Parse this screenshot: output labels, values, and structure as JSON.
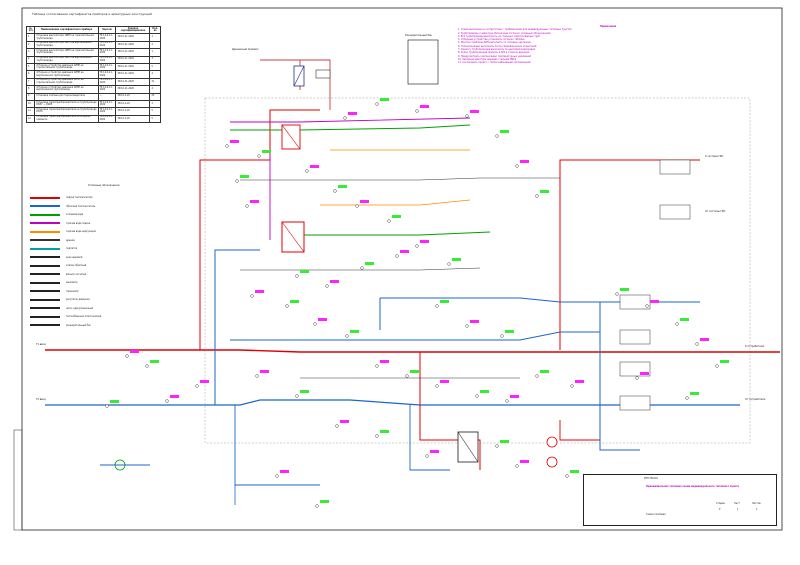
{
  "table": {
    "title": "Таблица согласования сертификатов приборов и арматурных конструкций",
    "headers": [
      "№ п/п",
      "Наименование сертификатного прибора",
      "Чертеж",
      "Зоновое сертификационное",
      "Кол-во"
    ],
    "rows": [
      [
        "1",
        "Установка вентилятора 1ИПП на горизонтальном трубопроводе",
        "ТК 14-0-11-2020",
        "ЗКЗ-0-11-2020",
        "1"
      ],
      [
        "2",
        "Установка вентилятора 1ИПП на вертикальном трубопроводе",
        "ТК 14-0-11-2020",
        "ЗКЗ-0-11-2020",
        "2"
      ],
      [
        "3",
        "Установка вентилятора 1ИПП на горизонтальном трубопроводе",
        "ТК 14-0-11-2020",
        "ЗКЗ-0-11-2020",
        "1"
      ],
      [
        "4",
        "Установка вентилятора 1ИПП на вертикальном трубопроводе",
        "ТК 14-0-11-2020",
        "ЗКЗ-0-11-2020",
        "3"
      ],
      [
        "5",
        "Отборное устройство давления 1ИПП на горизонтальном трубопроводе",
        "ТК 14-0-11-2020",
        "ЗКЗ-0-11-2020",
        "5"
      ],
      [
        "6",
        "Отборное устройство давления 1ИПП на вертикальном трубопроводе",
        "ТК 14-0-11-2020",
        "ЗКЗ-0-11-2020",
        "4"
      ],
      [
        "7",
        "Отборное устройство давления 1ИПП на горизонтальном трубопроводе",
        "ТК 14-0-11-2020",
        "ЗКЗ-0-11-2020",
        "21"
      ],
      [
        "8",
        "Отборное устройство давления 1ИПП на вертикальном трубопроводе",
        "ТК 14-0-11-2020",
        "ЗКЗ-0-11-2020",
        "4"
      ],
      [
        "9",
        "Установка клапана для термоизмерителя",
        "—",
        "ЗКЗ-0-1-20",
        "25"
      ],
      [
        "10",
        "Установка термопреобразователя на трубопроводе DN57 — DN25",
        "ТК 14-0-11-2020",
        "ЗКЗ-0-1-20",
        "2"
      ],
      [
        "11",
        "Установка термопреобразователя на трубопроводе DN76",
        "ТК 14-0-11-2020",
        "ЗКЗ-0-1-20",
        "5"
      ],
      [
        "12",
        "Установка термопреобразователя на опорном элементе",
        "ТК 14-0-11-2020",
        "ЗКЗ-0-1-20",
        "5"
      ]
    ]
  },
  "notes": {
    "title": "Примечания",
    "lines": [
      "1. Схема выполнена в соответствии с требованиями для индивидуальных тепловых пунктов",
      "2. Трубопроводы и арматура обозначены согласно условным обозначениям",
      "3. Все трубопроводы выполнить из стальных электросварных труб",
      "4. Отборные устройства установить согласно таблице",
      "5. Монтаж приборов КИП выполнить по типовым чертежам",
      "6. Теплоизоляцию выполнить после гидравлических испытаний",
      "7. Окраску трубопроводов выполнить по цветовой маркировке",
      "8. Уклон трубопроводов принять 0,002 в сторону дренажа",
      "9. Предусмотреть компенсацию температурных удлинений",
      "10. Запорная арматура шаровая стальная PN16",
      "11. Согласовать проект с теплоснабжающей организацией"
    ]
  },
  "legend": {
    "title": "Условные обозначения",
    "items": [
      {
        "label": "подача теплоносителя",
        "color": "#e00000"
      },
      {
        "label": "обратный теплоноситель",
        "color": "#1a66cc"
      },
      {
        "label": "холодная вода",
        "color": "#00a000"
      },
      {
        "label": "горячая вода подача",
        "color": "#c000c0"
      },
      {
        "label": "горячая вода циркуляция",
        "color": "#ff8c00"
      },
      {
        "label": "дренаж",
        "color": "#333333"
      },
      {
        "label": "подпитка",
        "color": "#00a0a0"
      },
      {
        "label": "кран шаровой",
        "color": "#222222"
      },
      {
        "label": "клапан обратный",
        "color": "#222222"
      },
      {
        "label": "фильтр сетчатый",
        "color": "#222222"
      },
      {
        "label": "манометр",
        "color": "#222222"
      },
      {
        "label": "термометр",
        "color": "#222222"
      },
      {
        "label": "регулятор давления",
        "color": "#222222"
      },
      {
        "label": "насос циркуляционный",
        "color": "#222222"
      },
      {
        "label": "теплообменник пластинчатый",
        "color": "#222222"
      },
      {
        "label": "расширительный бак",
        "color": "#222222"
      }
    ]
  },
  "labels": {
    "top_left": "Дренажный приямок",
    "top_right": "Расширительный бак",
    "inlet_left": "Т1 ввод",
    "return_left": "Т2 ввод",
    "right_1": "К потребителю",
    "right_2": "От потребителя",
    "right_3": "К системе ГВС",
    "right_4": "От системы ГВС"
  },
  "stamp": {
    "org": "ИТП-ТВ-001",
    "title": "Принципиальная тепловая схема индивидуального теплового пункта",
    "sheet_name": "Схема тепловая",
    "stage_label": "Стадия",
    "stage": "Р",
    "sheet_label": "Лист",
    "sheet": "1",
    "sheets_label": "Листов",
    "sheets": "1"
  },
  "colors": {
    "supply": "#e00000",
    "return": "#1a66cc",
    "cold": "#00a000",
    "hot": "#c000c0",
    "circ": "#ff8c00",
    "aux": "#00a0a0",
    "tag_green": "#33ee33",
    "tag_magenta": "#ff22ff"
  }
}
